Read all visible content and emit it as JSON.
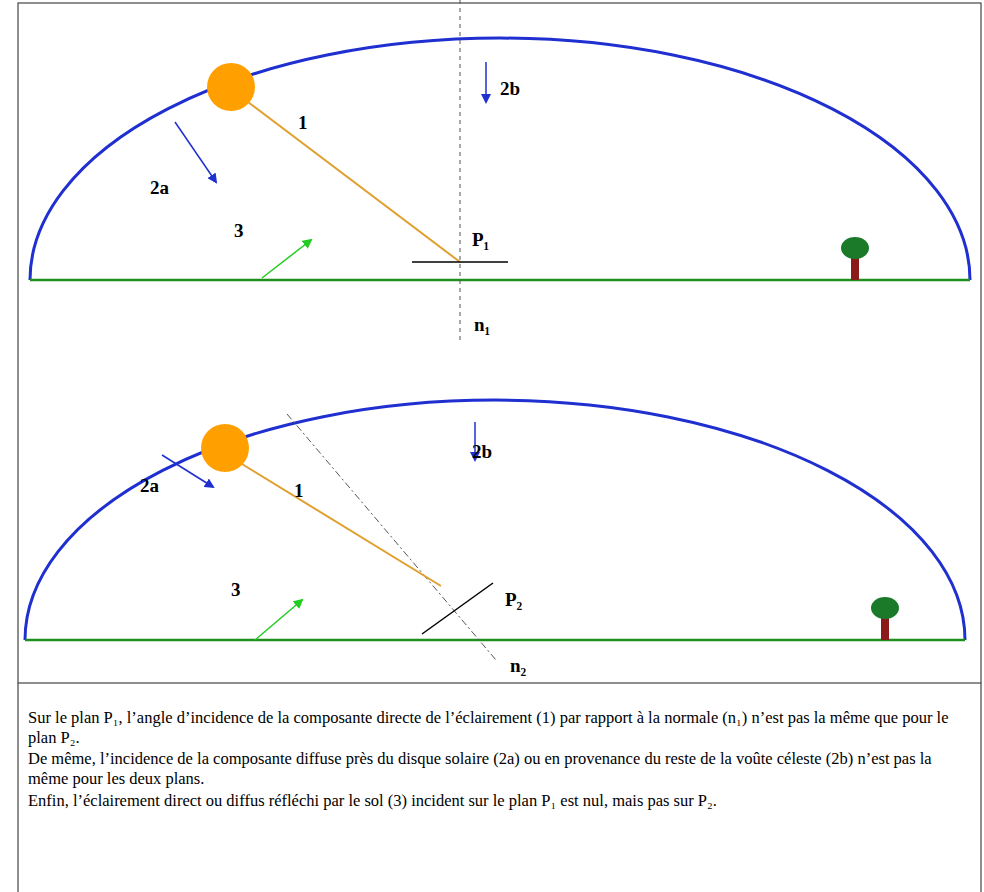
{
  "diagram": {
    "labels": [
      "2b",
      "1",
      "2a",
      "3",
      "P₁",
      "n₁",
      "1",
      "2b",
      "2a",
      "3",
      "P₂",
      "n₂",
      "Sur le plan P₁, l’angle d’incidence de la composante directe de l’éclairement (1) par rapport à la normale (n₁) n’est pas la même que pour le plan P₂.",
      "De même, l’incidence de la composante diffuse près du disque solaire (2a) ou en provenance du reste de la voûte céleste (2b) n’est pas la même pour les deux plans.",
      "Enfin, l’éclairement direct ou diffus réfléchi par le sol (3) incident sur le plan P₁ est nul, mais pas sur P₂."
    ]
  }
}
